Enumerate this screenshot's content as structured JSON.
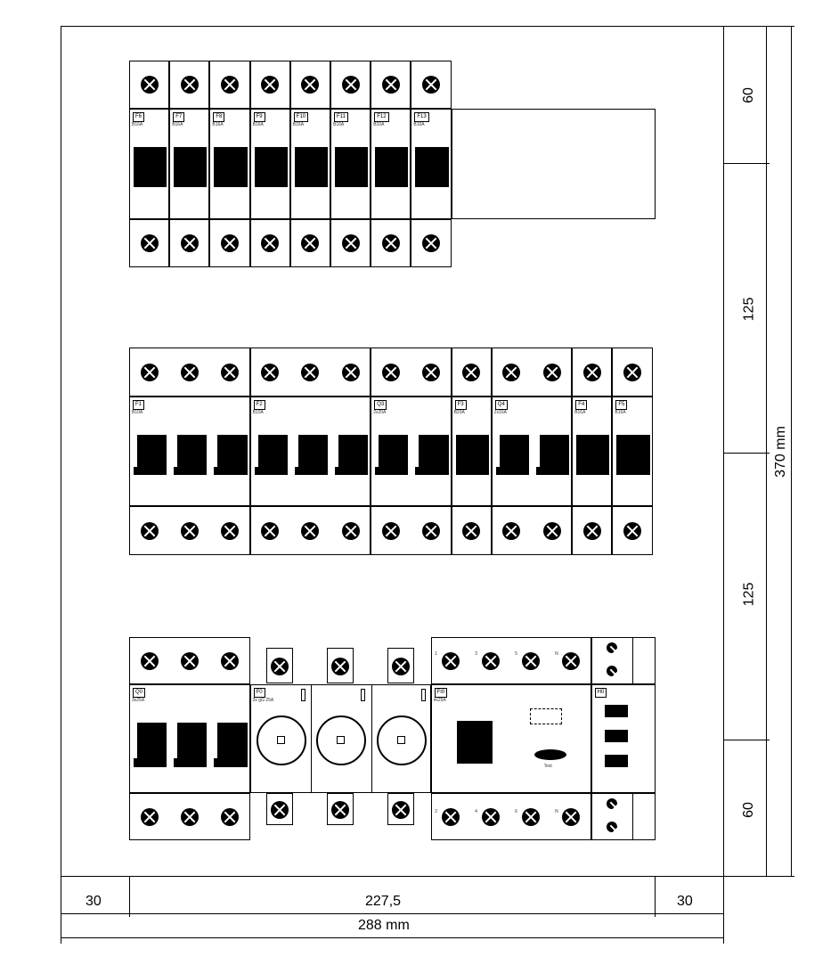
{
  "rows": [
    {
      "name": "row-1",
      "modules": [
        {
          "label": "F6",
          "rating": "B16A",
          "poles": 1
        },
        {
          "label": "F7",
          "rating": "B16A",
          "poles": 1
        },
        {
          "label": "F8",
          "rating": "B16A",
          "poles": 1
        },
        {
          "label": "F9",
          "rating": "B16A",
          "poles": 1
        },
        {
          "label": "F10",
          "rating": "B16A",
          "poles": 1
        },
        {
          "label": "F11",
          "rating": "B16A",
          "poles": 1
        },
        {
          "label": "F12",
          "rating": "B10A",
          "poles": 1
        },
        {
          "label": "F13",
          "rating": "B10A",
          "poles": 1
        }
      ]
    },
    {
      "name": "row-2",
      "modules": [
        {
          "label": "F1",
          "rating": "B10A",
          "poles": 3
        },
        {
          "label": "F2",
          "rating": "B10A",
          "poles": 3
        },
        {
          "label": "Q3",
          "rating": "2x20A",
          "poles": 2
        },
        {
          "label": "F3",
          "rating": "B20A",
          "poles": 1
        },
        {
          "label": "Q4",
          "rating": "2x16A",
          "poles": 2
        },
        {
          "label": "F4",
          "rating": "B16A",
          "poles": 1
        },
        {
          "label": "F5",
          "rating": "B16A",
          "poles": 1
        }
      ]
    },
    {
      "name": "row-3",
      "modules": [
        {
          "label": "Q0",
          "rating": "3x25A",
          "poles": 3
        },
        {
          "label": "F0",
          "rating": "3x gG 25A",
          "poles": 3
        },
        {
          "label": "FI0",
          "rating": "4x25A",
          "poles": 4
        },
        {
          "label": "H0",
          "rating": "",
          "poles": 1
        }
      ]
    }
  ],
  "rcd": {
    "test_label": "Test",
    "terminal_numbers_top": [
      "1",
      "3",
      "5",
      "N"
    ],
    "terminal_numbers_bottom": [
      "2",
      "4",
      "6",
      "N"
    ]
  },
  "dimensions": {
    "right": [
      "60",
      "125",
      "125",
      "60"
    ],
    "right_total": "370 mm",
    "bottom": [
      "30",
      "227,5",
      "30"
    ],
    "bottom_total": "288 mm"
  }
}
